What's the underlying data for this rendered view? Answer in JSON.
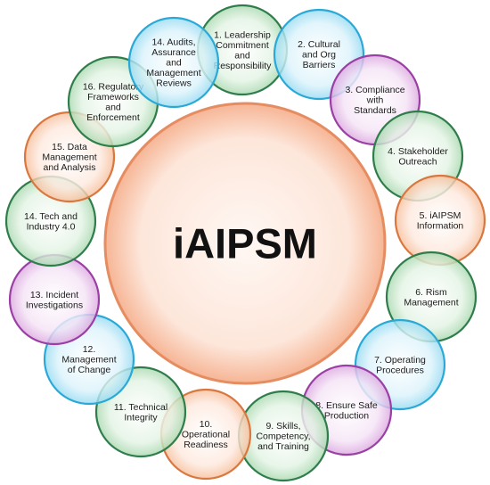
{
  "center": {
    "title": "iAIPSM"
  },
  "palette": {
    "green": {
      "fill": "#cfe9d1",
      "stroke": "#2e7d4a"
    },
    "blue": {
      "fill": "#c9ecf8",
      "stroke": "#2aa9d6"
    },
    "purple": {
      "fill": "#edd2ef",
      "stroke": "#9a3fa3"
    },
    "orange": {
      "fill": "#fbdcc9",
      "stroke": "#d9773f"
    },
    "center": {
      "fill": "#fcded0",
      "stroke": "#e58d61"
    }
  },
  "elements": [
    {
      "number": 1,
      "lines": [
        "1. Leadership",
        "Commitment",
        "and",
        "Responsibility"
      ],
      "color": "green"
    },
    {
      "number": 2,
      "lines": [
        "2. Cultural",
        "and Org",
        "Barriers"
      ],
      "color": "blue"
    },
    {
      "number": 3,
      "lines": [
        "3. Compliance",
        "with",
        "Standards"
      ],
      "color": "purple"
    },
    {
      "number": 4,
      "lines": [
        "4. Stakeholder",
        "Outreach"
      ],
      "color": "green"
    },
    {
      "number": 5,
      "lines": [
        "5. iAIPSM",
        "Information"
      ],
      "color": "orange"
    },
    {
      "number": 6,
      "lines": [
        "6. Rism",
        "Management"
      ],
      "color": "green"
    },
    {
      "number": 7,
      "lines": [
        "7. Operating",
        "Procedures"
      ],
      "color": "blue"
    },
    {
      "number": 8,
      "lines": [
        "8. Ensure Safe",
        "Production"
      ],
      "color": "purple"
    },
    {
      "number": 9,
      "lines": [
        "9. Skills,",
        "Competency,",
        "and Training"
      ],
      "color": "green"
    },
    {
      "number": 10,
      "lines": [
        "10.",
        "Operational",
        "Readiness"
      ],
      "color": "orange"
    },
    {
      "number": 11,
      "lines": [
        "11. Technical",
        "Integrity"
      ],
      "color": "green"
    },
    {
      "number": 12,
      "lines": [
        "12.",
        "Management",
        "of Change"
      ],
      "color": "blue"
    },
    {
      "number": 13,
      "lines": [
        "13. Incident",
        "Investigations"
      ],
      "color": "purple"
    },
    {
      "number": 14,
      "lines": [
        "14. Tech and",
        "Industry 4.0"
      ],
      "color": "green"
    },
    {
      "number": 15,
      "lines": [
        "15. Data",
        "Management",
        "and Analysis"
      ],
      "color": "orange"
    },
    {
      "number": 16,
      "lines": [
        "16. Regulatory",
        "Frameworks",
        "and",
        "Enforcement"
      ],
      "color": "green"
    },
    {
      "number": 14,
      "lines": [
        "14. Audits,",
        "Assurance",
        "and",
        "Management",
        "Reviews"
      ],
      "color": "blue"
    }
  ]
}
